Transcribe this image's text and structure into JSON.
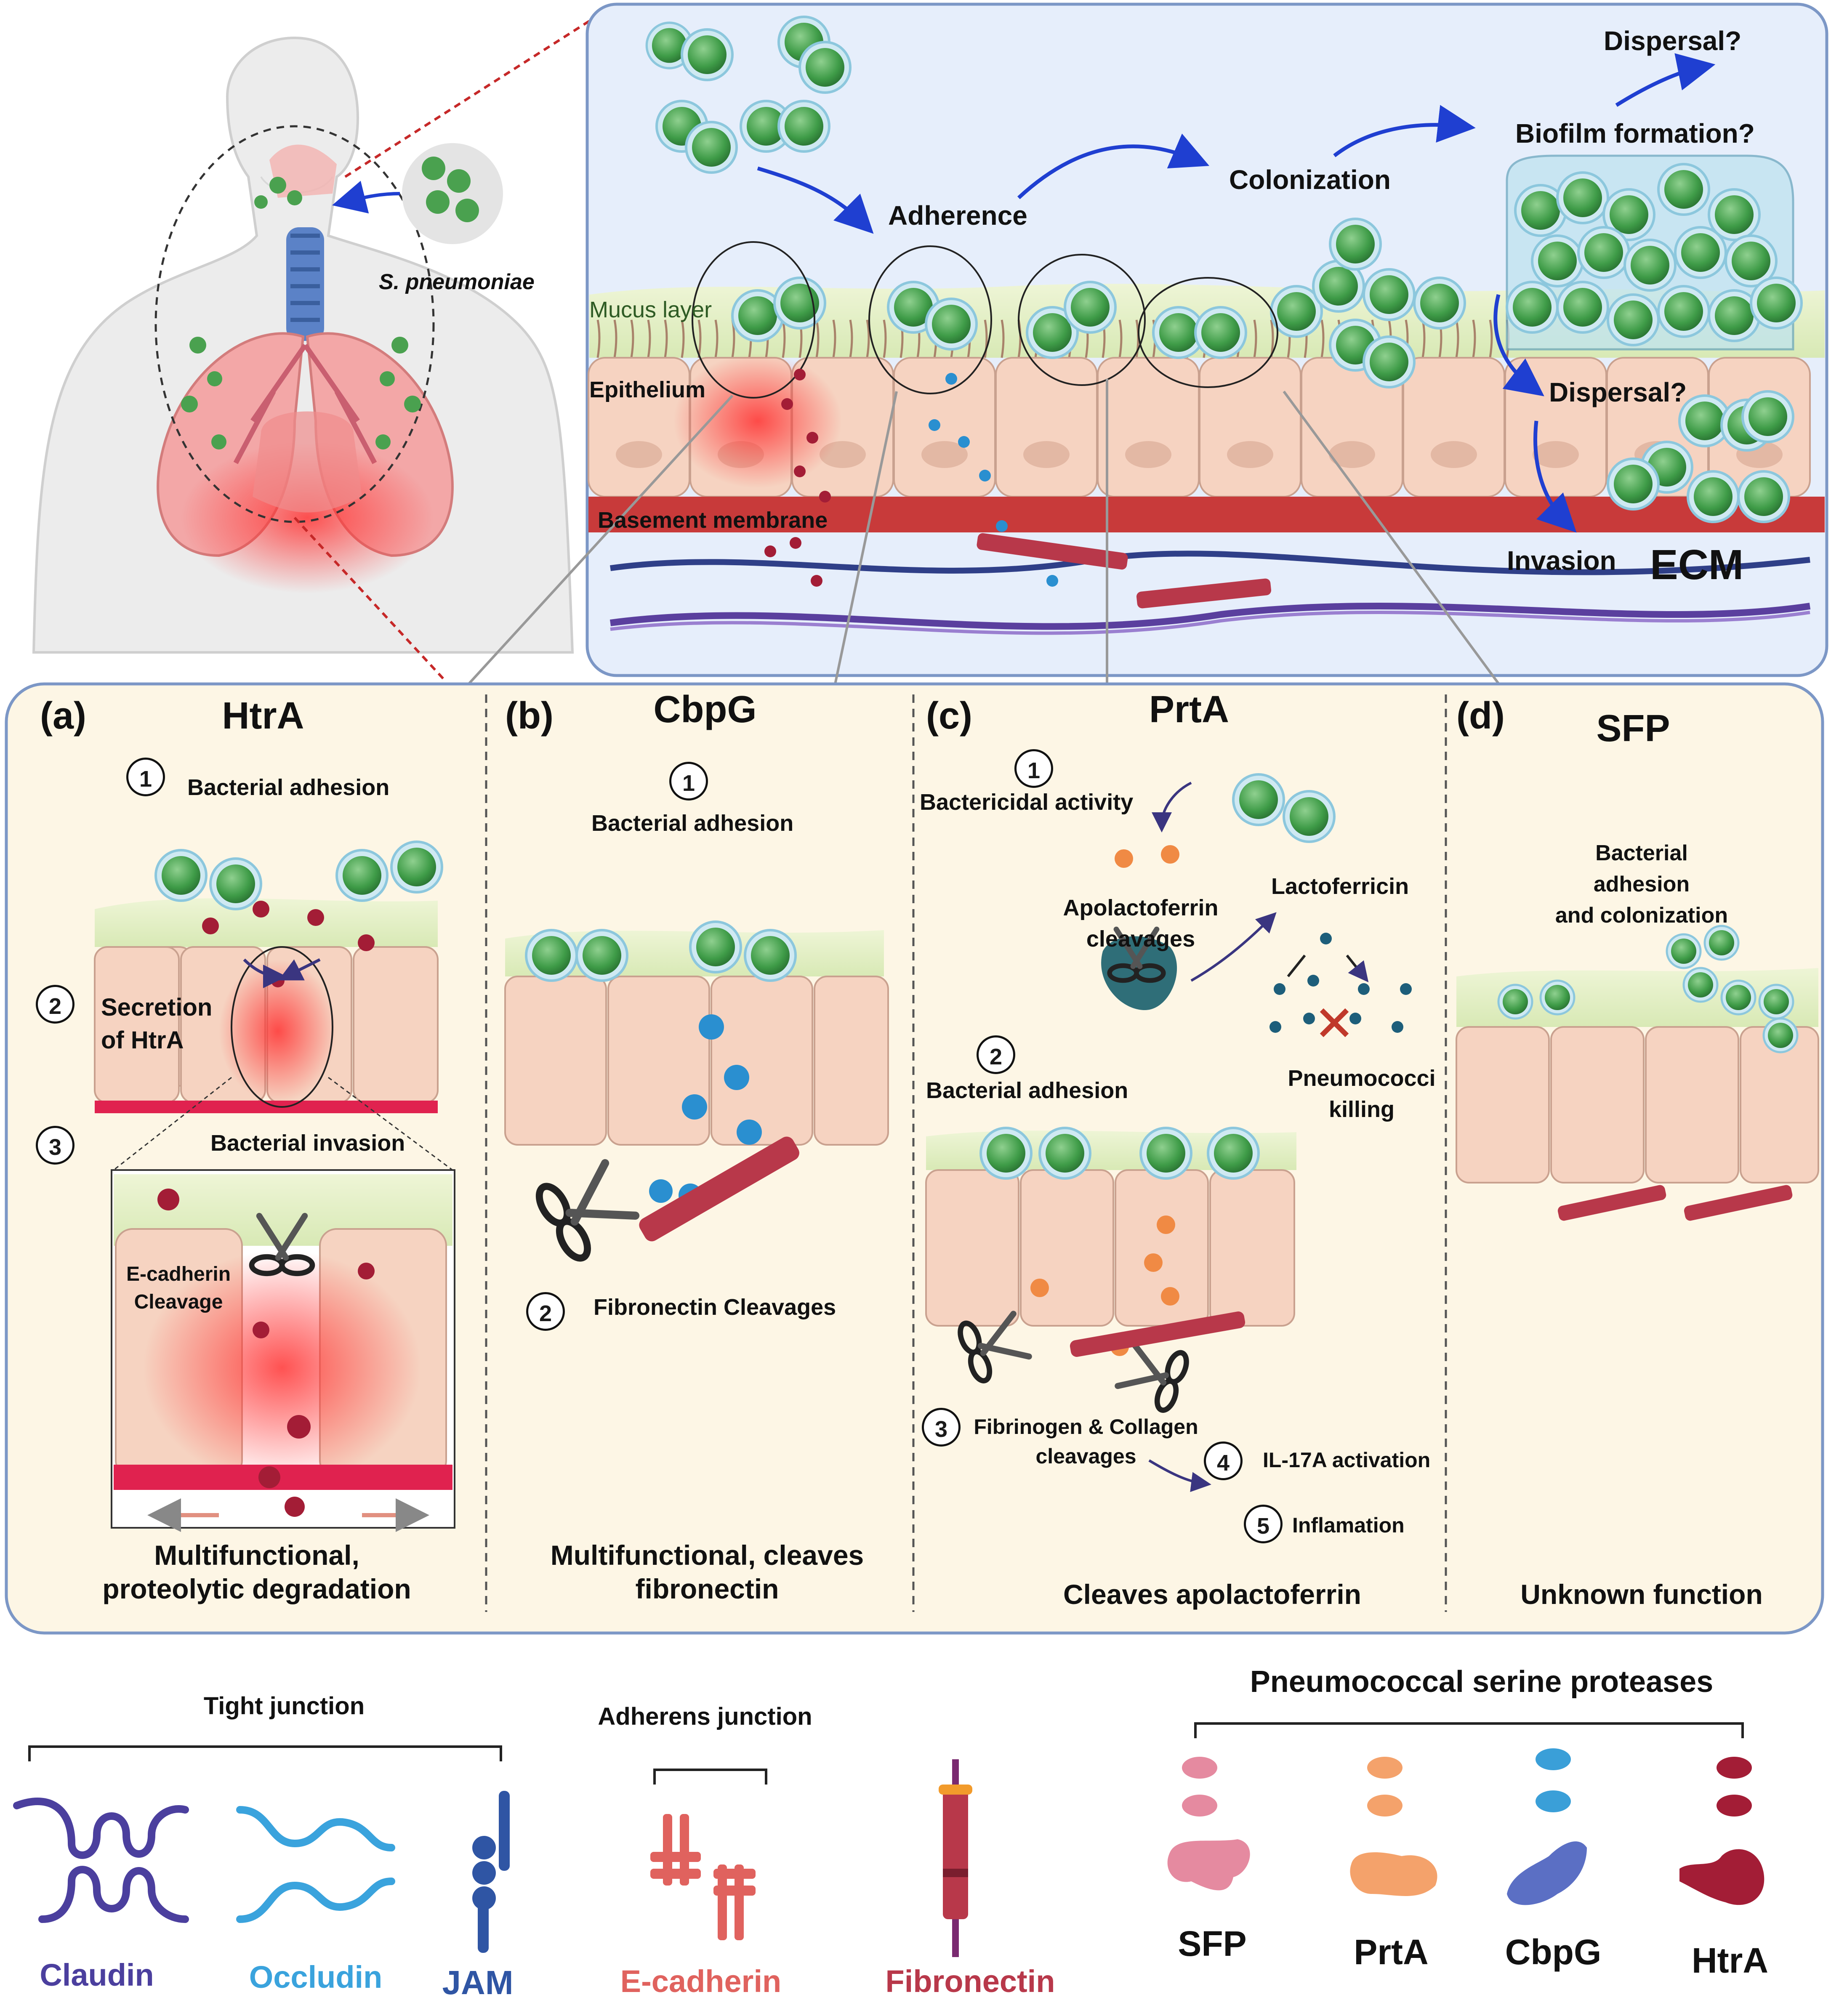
{
  "top": {
    "pathogen": "S. pneumoniae",
    "stages": {
      "adherence": "Adherence",
      "colonization": "Colonization",
      "biofilm": "Biofilm formation?",
      "dispersal_top": "Dispersal?",
      "dispersal_mid": "Dispersal?",
      "invasion": "Invasion",
      "ecm": "ECM"
    },
    "layers": {
      "mucus": "Mucus layer",
      "epithelium": "Epithelium",
      "basement": "Basement membrane"
    }
  },
  "panels": [
    {
      "letter": "(a)",
      "title": "HtrA",
      "steps": [
        {
          "n": "1",
          "text": "Bacterial adhesion"
        },
        {
          "n": "2",
          "text": "Secretion\nof HtrA"
        },
        {
          "n": "3",
          "text": "Bacterial invasion"
        }
      ],
      "inset_label": "E-cadherin\nCleavage",
      "summary": "Multifunctional,\nproteolytic degradation"
    },
    {
      "letter": "(b)",
      "title": "CbpG",
      "steps": [
        {
          "n": "1",
          "text": "Bacterial adhesion"
        },
        {
          "n": "2",
          "text": "Fibronectin Cleavages"
        }
      ],
      "summary": "Multifunctional, cleaves\nfibronectin"
    },
    {
      "letter": "(c)",
      "title": "PrtA",
      "steps": [
        {
          "n": "1",
          "text": "Bactericidal activity"
        },
        {
          "n": "2",
          "text": "Bacterial adhesion"
        },
        {
          "n": "3",
          "text": "Fibrinogen & Collagen\ncleavages"
        },
        {
          "n": "4",
          "text": "IL-17A activation"
        },
        {
          "n": "5",
          "text": "Inflamation"
        }
      ],
      "labels": {
        "apolactoferrin": "Apolactoferrin\ncleavages",
        "lactoferricin": "Lactoferricin",
        "killing": "Pneumococci\nkilling"
      },
      "summary": "Cleaves apolactoferrin"
    },
    {
      "letter": "(d)",
      "title": "SFP",
      "steps": [],
      "labels": {
        "adhesion": "Bacterial adhesion\nand colonization"
      },
      "summary": "Unknown function"
    }
  ],
  "legend": {
    "tight_junction": "Tight  junction",
    "adherens_junction": "Adherens junction",
    "proteases_title": "Pneumococcal serine proteases",
    "items": {
      "claudin": "Claudin",
      "occludin": "Occludin",
      "jam": "JAM",
      "ecadherin": "E-cadherin",
      "fibronectin": "Fibronectin"
    },
    "proteases": [
      "SFP",
      "PrtA",
      "CbpG",
      "HtrA"
    ]
  },
  "colors": {
    "claudin": "#4b3f9e",
    "occludin": "#3aa3dd",
    "jam": "#2f55a4",
    "ecadherin": "#e0625e",
    "fibronectin": "#b8384a",
    "sfp": "#e58aa0",
    "prta": "#f4a26b",
    "cbpg": "#3a9fd8",
    "htra": "#a31d36",
    "bacteria": "#5cb85c",
    "cell": "#f6d3c1",
    "panel_bg": "#fdf6e5",
    "top_bg": "#e6eefb"
  }
}
